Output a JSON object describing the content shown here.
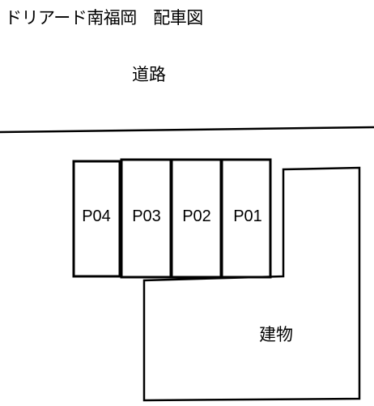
{
  "title": "ドリアード南福岡　配車図",
  "road_label": "道路",
  "building_label": "建物",
  "parking_spaces": [
    {
      "id": "P01",
      "label": "P01"
    },
    {
      "id": "P02",
      "label": "P02"
    },
    {
      "id": "P03",
      "label": "P03"
    },
    {
      "id": "P04",
      "label": "P04"
    }
  ]
}
